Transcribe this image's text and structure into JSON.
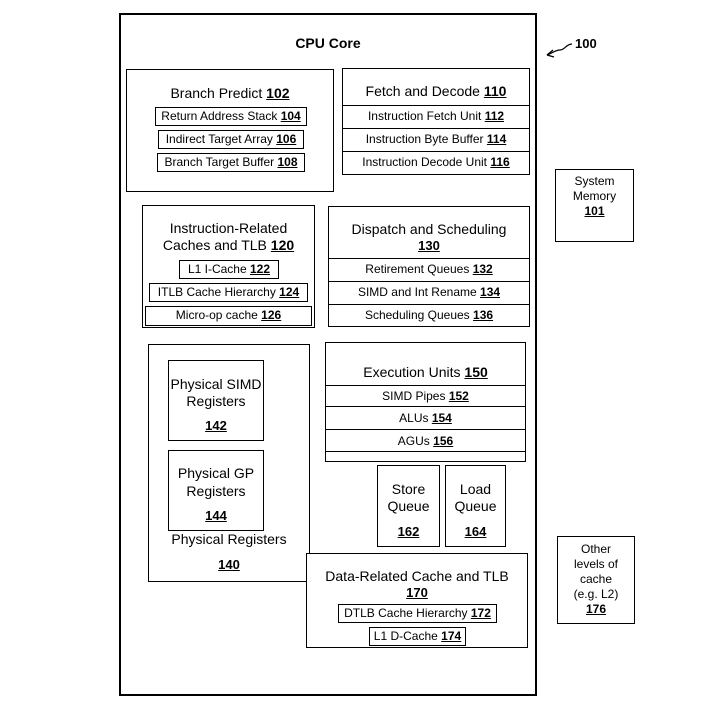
{
  "ref": "100",
  "core": {
    "title": "CPU Core"
  },
  "system_memory": {
    "line1": "System",
    "line2": "Memory",
    "num": "101"
  },
  "other_cache": {
    "line1": "Other",
    "line2": "levels of",
    "line3": "cache",
    "line4": "(e.g. L2)",
    "num": "176"
  },
  "branch_predict": {
    "title": "Branch Predict",
    "num": "102",
    "items": [
      {
        "label": "Return Address Stack",
        "num": "104"
      },
      {
        "label": "Indirect Target Array",
        "num": "106"
      },
      {
        "label": "Branch Target Buffer",
        "num": "108"
      }
    ]
  },
  "fetch_decode": {
    "title": "Fetch and Decode",
    "num": "110",
    "items": [
      {
        "label": "Instruction Fetch Unit",
        "num": "112"
      },
      {
        "label": "Instruction Byte Buffer",
        "num": "114"
      },
      {
        "label": "Instruction Decode Unit",
        "num": "116"
      }
    ]
  },
  "icache": {
    "title_line1": "Instruction-Related",
    "title_line2": "Caches and TLB",
    "num": "120",
    "items": [
      {
        "label": "L1 I-Cache",
        "num": "122"
      },
      {
        "label": "ITLB Cache Hierarchy",
        "num": "124"
      },
      {
        "label": "Micro-op cache",
        "num": "126"
      }
    ]
  },
  "dispatch": {
    "title": "Dispatch and Scheduling",
    "num": "130",
    "items": [
      {
        "label": "Retirement Queues",
        "num": "132"
      },
      {
        "label": "SIMD and Int Rename",
        "num": "134"
      },
      {
        "label": "Scheduling Queues",
        "num": "136"
      }
    ]
  },
  "phys_regs": {
    "title": "Physical Registers",
    "num": "140",
    "simd": {
      "line1": "Physical SIMD",
      "line2": "Registers",
      "num": "142"
    },
    "gp": {
      "line1": "Physical GP",
      "line2": "Registers",
      "num": "144"
    }
  },
  "exec_units": {
    "title": "Execution Units",
    "num": "150",
    "items": [
      {
        "label": "SIMD Pipes",
        "num": "152"
      },
      {
        "label": "ALUs",
        "num": "154"
      },
      {
        "label": "AGUs",
        "num": "156"
      }
    ]
  },
  "store_queue": {
    "line1": "Store",
    "line2": "Queue",
    "num": "162"
  },
  "load_queue": {
    "line1": "Load",
    "line2": "Queue",
    "num": "164"
  },
  "dcache": {
    "title": "Data-Related Cache and TLB",
    "num": "170",
    "items": [
      {
        "label": "DTLB Cache Hierarchy",
        "num": "172"
      },
      {
        "label": "L1 D-Cache",
        "num": "174"
      }
    ]
  }
}
